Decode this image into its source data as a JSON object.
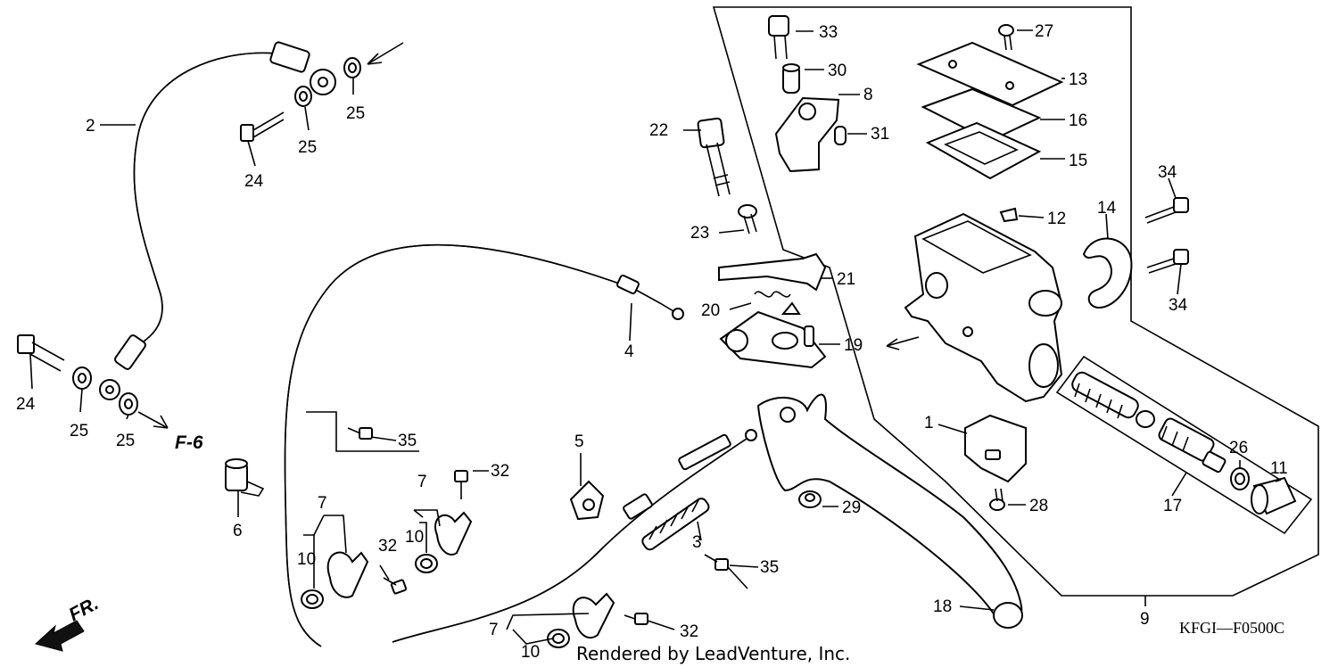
{
  "diagram": {
    "ref_labels": {
      "p1": "1",
      "p2": "2",
      "p3": "3",
      "p4": "4",
      "p5": "5",
      "p6": "6",
      "p7a": "7",
      "p7b": "7",
      "p7c": "7",
      "p8": "8",
      "p9": "9",
      "p10a": "10",
      "p10b": "10",
      "p10c": "10",
      "p11": "11",
      "p12": "12",
      "p13": "13",
      "p14": "14",
      "p15": "15",
      "p16": "16",
      "p17": "17",
      "p18": "18",
      "p19": "19",
      "p20": "20",
      "p21": "21",
      "p22": "22",
      "p23": "23",
      "p24a": "24",
      "p24b": "24",
      "p25a": "25",
      "p25b": "25",
      "p25c": "25",
      "p25d": "25",
      "p26": "26",
      "p27": "27",
      "p28": "28",
      "p29": "29",
      "p30": "30",
      "p31": "31",
      "p32a": "32",
      "p32b": "32",
      "p32c": "32",
      "p33": "33",
      "p34a": "34",
      "p34b": "34",
      "p35a": "35",
      "p35b": "35"
    },
    "figure_ref": "F-6",
    "front_marker": "FR.",
    "diagram_code": "KFGI—F0500C",
    "credit": "Rendered by LeadVenture, Inc."
  }
}
